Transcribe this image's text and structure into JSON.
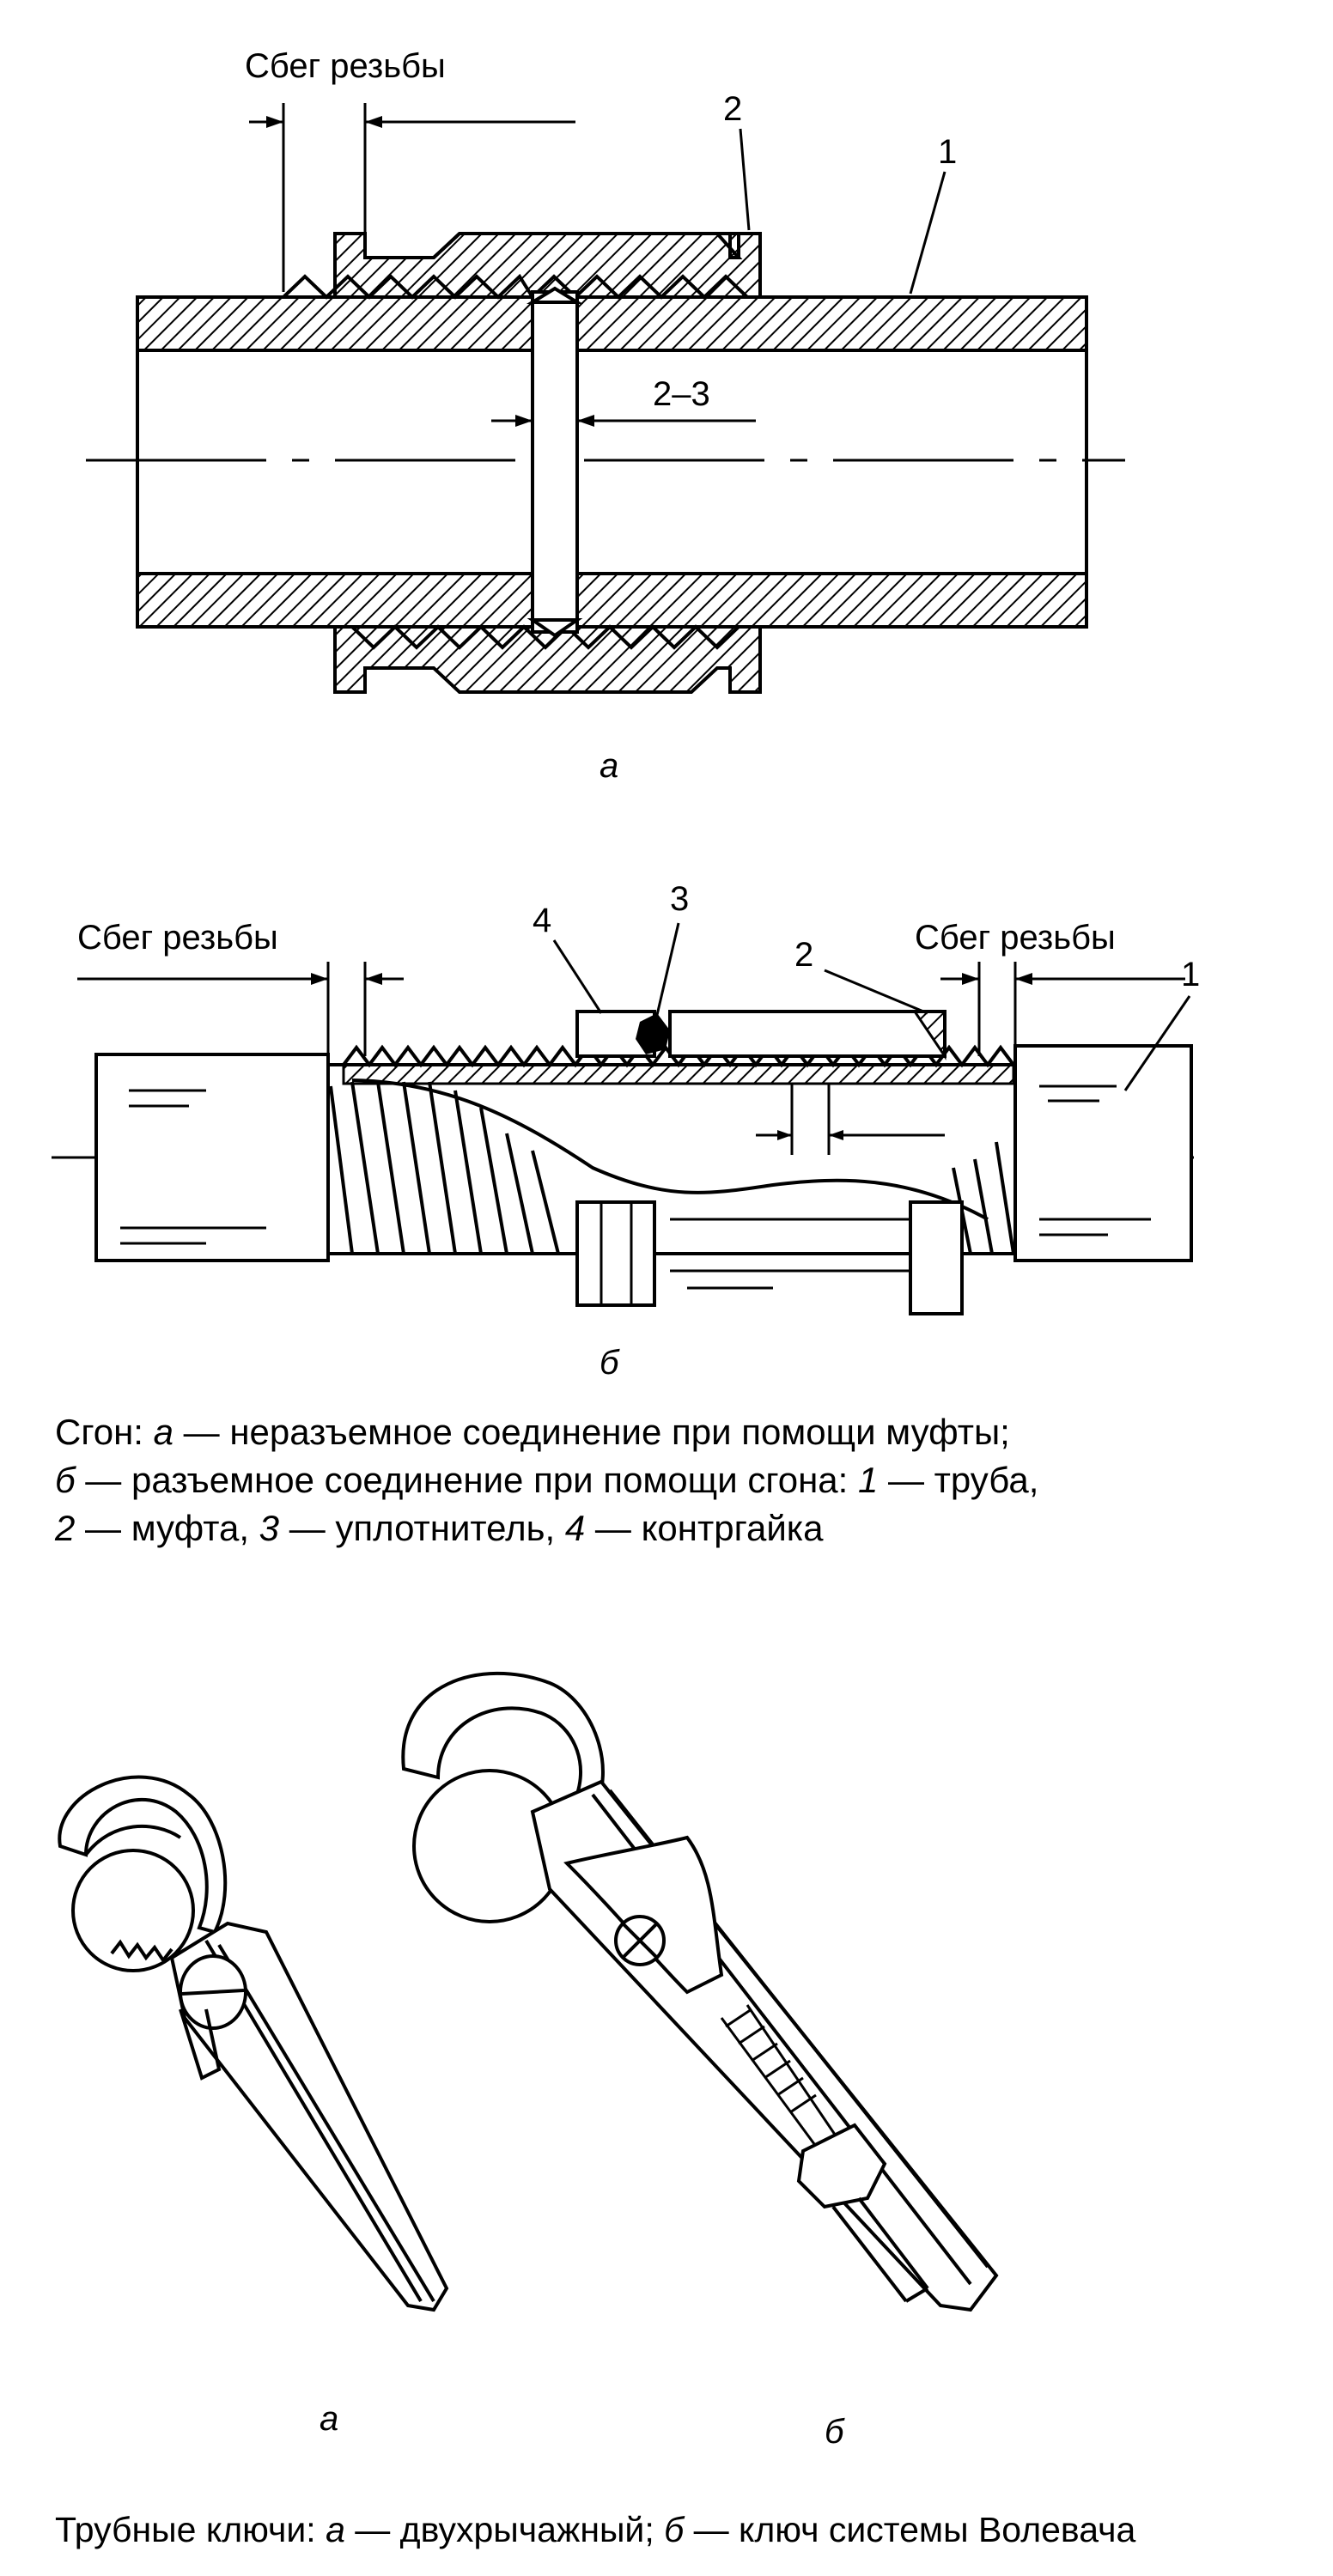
{
  "figure1": {
    "runout_label": "Сбег резьбы",
    "callout_1": "1",
    "callout_2": "2",
    "gap_label": "2–3",
    "sub_a": "а"
  },
  "figure2": {
    "runout_left": "Сбег резьбы",
    "runout_right": "Сбег резьбы",
    "callout_1": "1",
    "callout_2": "2",
    "callout_3": "3",
    "callout_4": "4",
    "sub_b": "б"
  },
  "caption1": {
    "line1_prefix": "Сгон: ",
    "line1_a": "а",
    "line1_rest": " — неразъемное соединение при помощи муфты;",
    "line2_b": "б",
    "line2_mid": " — разъемное соединение при помощи сгона: ",
    "line2_1": "1",
    "line2_rest": " — труба,",
    "line3_2": "2",
    "line3_mid1": " — муфта, ",
    "line3_3": "3",
    "line3_mid2": " — уплотнитель, ",
    "line3_4": "4",
    "line3_rest": " — контргайка"
  },
  "wrenches": {
    "sub_a": "а",
    "sub_b": "б"
  },
  "caption2": {
    "prefix": "Трубные ключи: ",
    "a": "а",
    "mid": " — двухрычажный; ",
    "b": "б",
    "rest": " — ключ системы Волевача"
  }
}
